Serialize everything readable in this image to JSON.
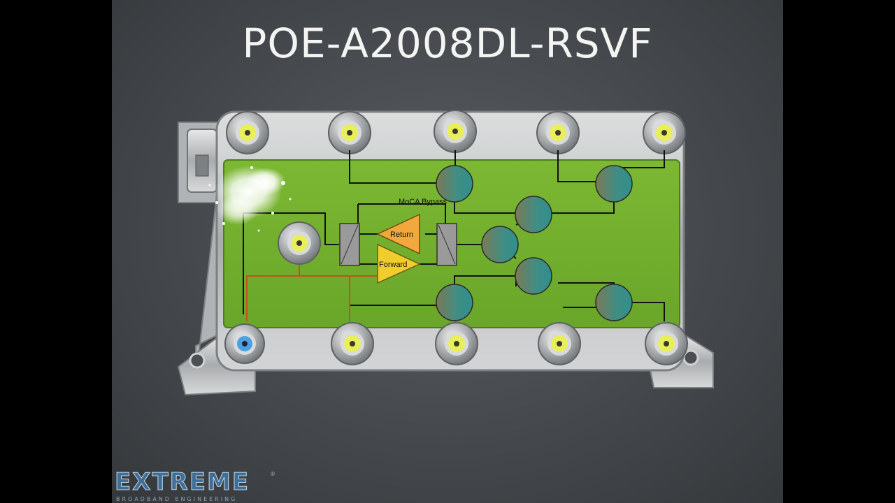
{
  "title": "POE-A2008DL-RSVF",
  "diagram": {
    "bypass_label": "MoCA Bypass",
    "return_label": "Return",
    "forward_label": "Forward"
  },
  "logo": {
    "name": "EXTREME",
    "tagline": "BROADBAND ENGINEERING",
    "mark": "®"
  },
  "colors": {
    "board": "#74b02e",
    "splitter": "#3f8e86",
    "amp": "#f2a83c",
    "amp_forward": "#f0cd2e",
    "connector_core": "#e9ef5a",
    "input_port": "#4aa3e0",
    "housing": "#b7b9bb"
  }
}
